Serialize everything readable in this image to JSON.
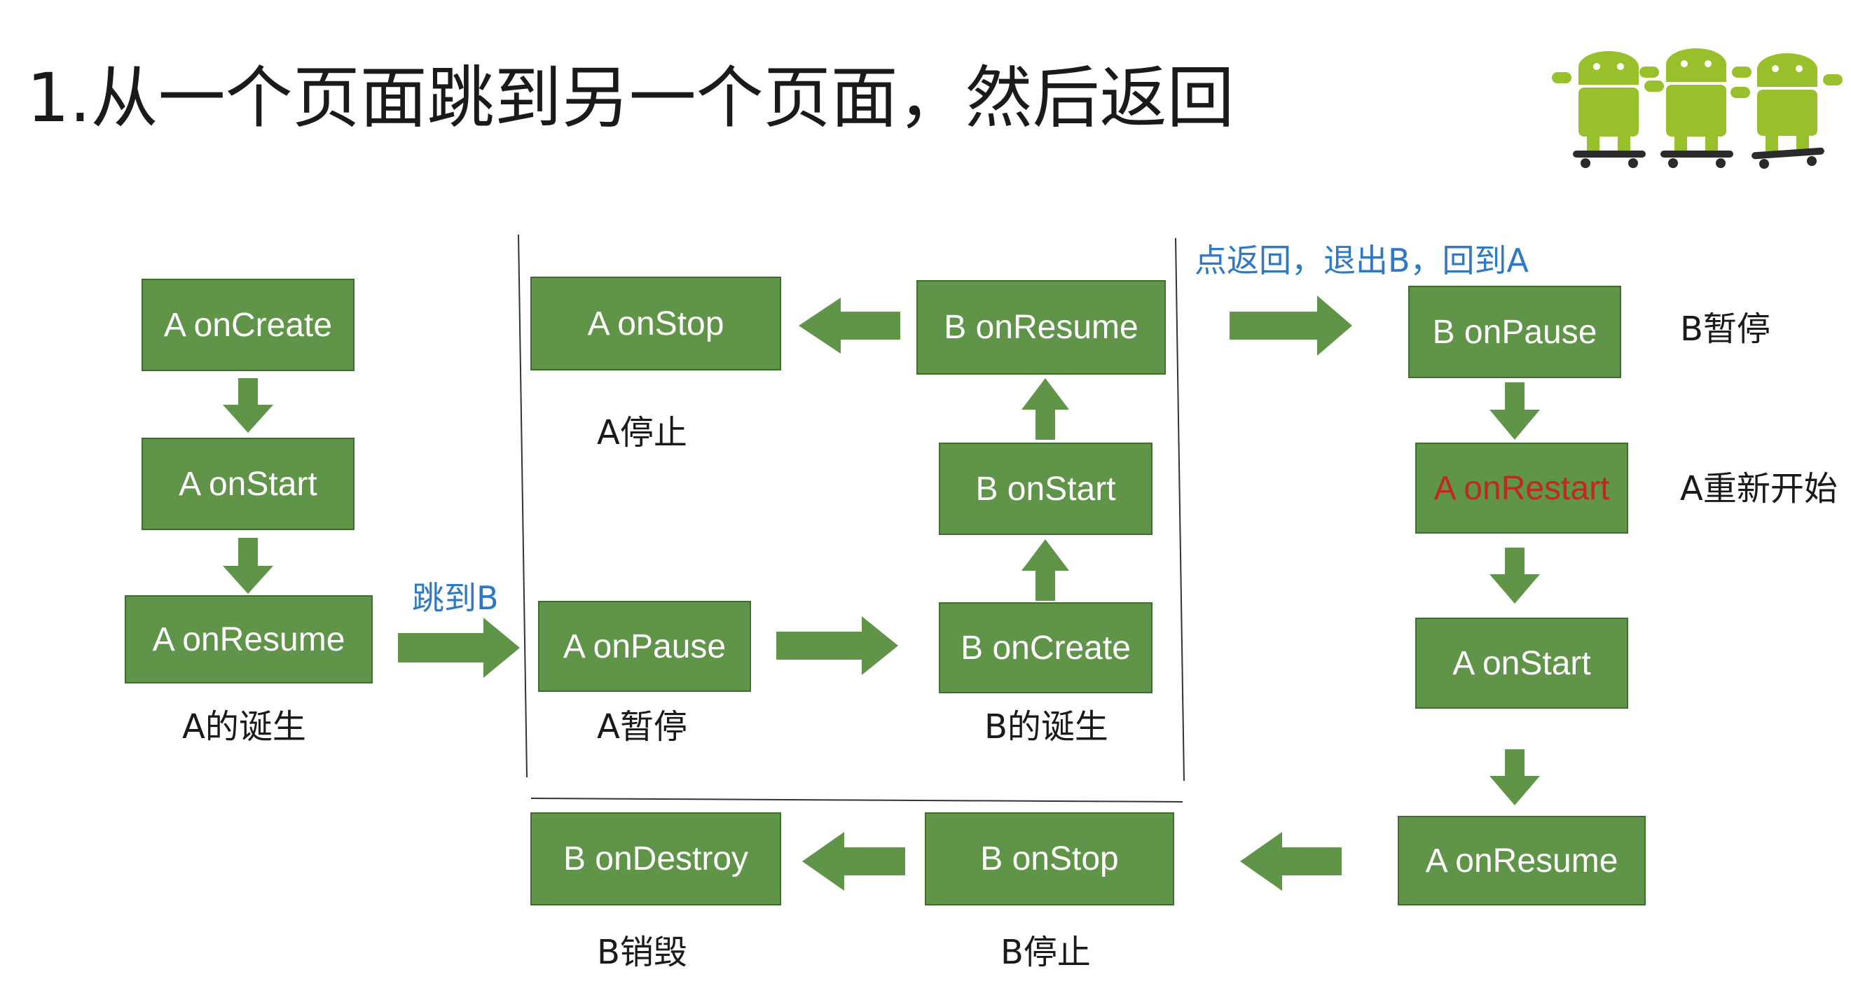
{
  "title": "1.从一个页面跳到另一个页面，然后返回",
  "colors": {
    "box_fill": "#609449",
    "box_border": "#3e6d2f",
    "arrow": "#609449",
    "note": "#2f78c4",
    "highlight": "#c0291d"
  },
  "icons": [
    "android-skateboard-icon",
    "android-skateboard-icon",
    "android-skateboard-icon"
  ],
  "nodes": {
    "a_oncreate": "A onCreate",
    "a_onstart": "A onStart",
    "a_onresume": "A onResume",
    "a_onstop": "A onStop",
    "a_onpause": "A onPause",
    "b_onresume": "B onResume",
    "b_onstart": "B onStart",
    "b_oncreate": "B onCreate",
    "b_onpause": "B onPause",
    "a_onrestart": "A onRestart",
    "a_onstart_2": "A onStart",
    "a_onresume_2": "A onResume",
    "b_ondestroy": "B onDestroy",
    "b_onstop": "B onStop"
  },
  "captions": {
    "a_birth": "A的诞生",
    "a_stop": "A停止",
    "a_pause": "A暂停",
    "b_birth": "B的诞生",
    "b_pause": "B暂停",
    "a_restart": "A重新开始",
    "b_destroy": "B销毁",
    "b_stop": "B停止"
  },
  "notes": {
    "jump_to_b": "跳到B",
    "back": "点返回，退出B，回到A"
  }
}
